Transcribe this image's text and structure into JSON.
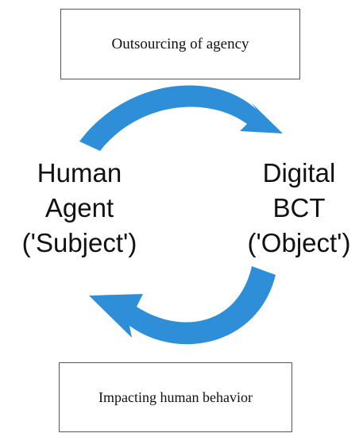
{
  "colors": {
    "arrow": "#2e8fd8",
    "box_border": "#555555",
    "text": "#111111"
  },
  "top_box": {
    "label": "Outsourcing of agency"
  },
  "bottom_box": {
    "label": "Impacting human behavior"
  },
  "left_node": {
    "line1": "Human",
    "line2": "Agent",
    "line3": "('Subject')"
  },
  "right_node": {
    "line1": "Digital",
    "line2": "BCT",
    "line3": "('Object')"
  },
  "arrows": [
    {
      "name": "top-arrow",
      "direction": "left-to-right"
    },
    {
      "name": "bottom-arrow",
      "direction": "right-to-left"
    }
  ]
}
